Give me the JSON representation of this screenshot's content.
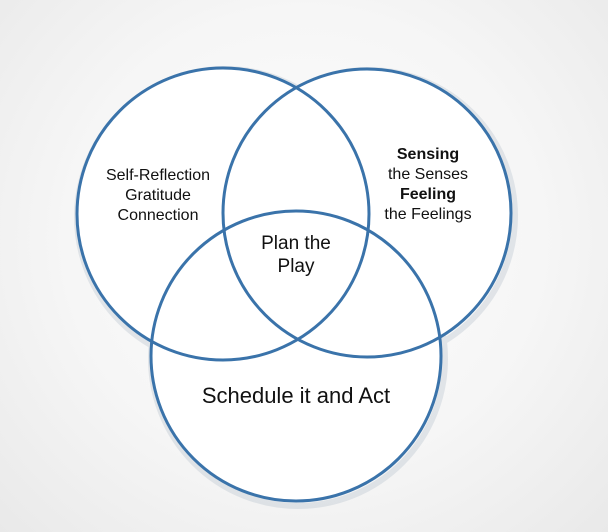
{
  "diagram": {
    "circle_color": "#3a73aa",
    "left_circle": {
      "lines": [
        "Self-Reflection",
        "Gratitude",
        "Connection"
      ]
    },
    "right_circle": {
      "line1_bold": "Sensing",
      "line2": "the Senses",
      "line3_bold": "Feeling",
      "line4": "the Feelings"
    },
    "center": {
      "lines": [
        "Plan the",
        "Play"
      ]
    },
    "bottom_circle": {
      "label": "Schedule it and Act"
    }
  }
}
